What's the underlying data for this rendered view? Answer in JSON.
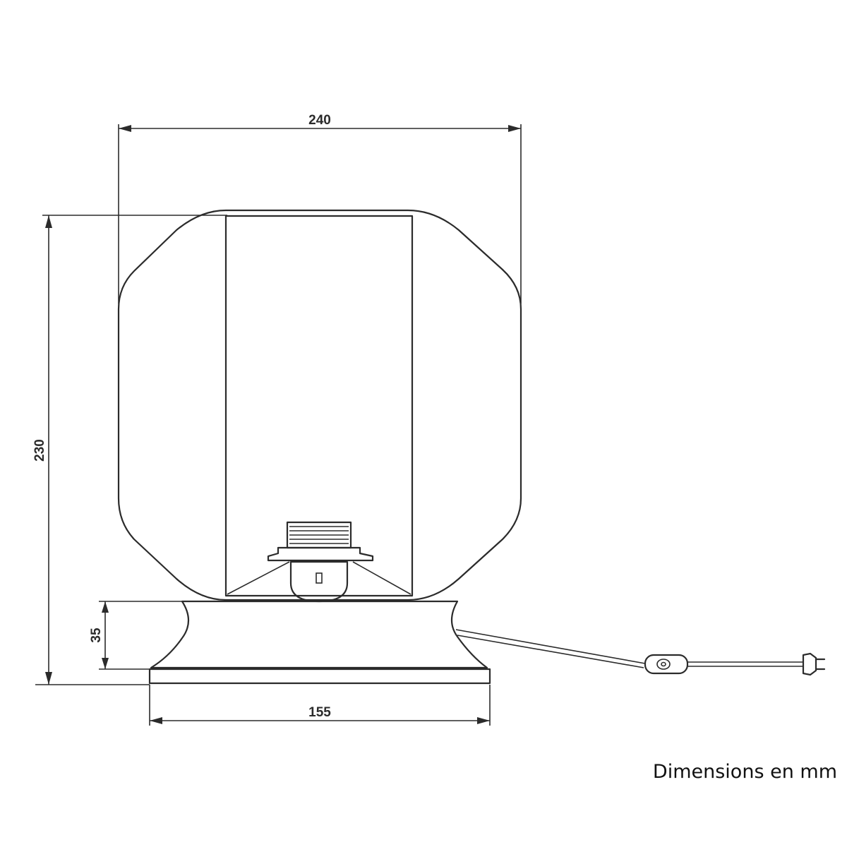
{
  "dimensions": {
    "width_top": "240",
    "height_total": "230",
    "base_height": "35",
    "base_width": "155"
  },
  "caption": "Dimensions en mm",
  "colors": {
    "line": "#2b2b2b",
    "background": "#ffffff"
  }
}
